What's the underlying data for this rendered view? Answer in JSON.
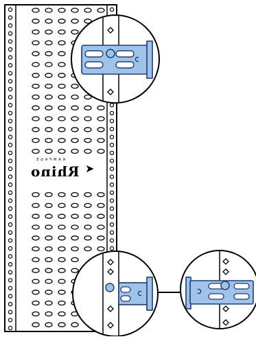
{
  "figure": {
    "logo": {
      "word": "Rhino",
      "sub": "RAMPAGE",
      "mark": "rhino-horn-icon"
    },
    "colors": {
      "line": "#000000",
      "bracket_fill": "#9fc3ea",
      "bracket_stroke": "#1f3c6e",
      "background": "#ffffff"
    },
    "details": [
      "top-bracket-detail",
      "bottom-bracket-detail",
      "bracket-side-detail"
    ]
  }
}
